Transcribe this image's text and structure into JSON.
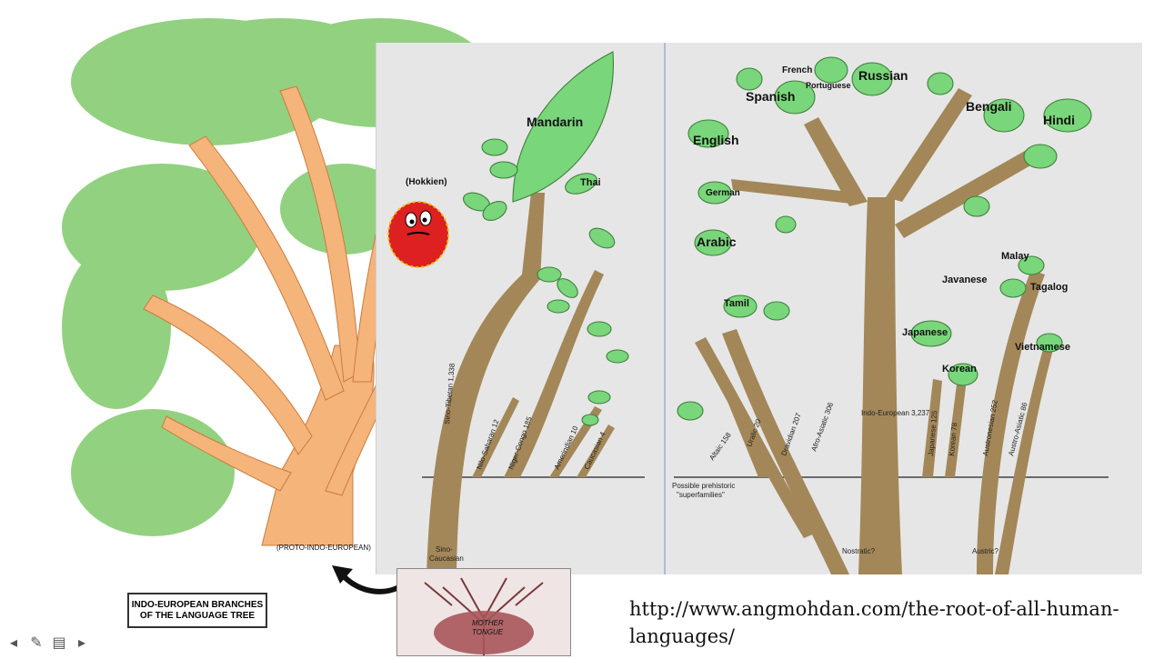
{
  "left_image": {
    "caption_line1": "INDO-EUROPEAN BRANCHES",
    "caption_line2": "OF THE LANGUAGE TREE",
    "root_label": "(PROTO-INDO-EUROPEAN)",
    "mother_line1": "MOTHER",
    "mother_line2": "TONGUE"
  },
  "right_image": {
    "hokkien_label": "(Hokkien)",
    "major_languages": [
      "Mandarin",
      "Thai",
      "English",
      "German",
      "Spanish",
      "French",
      "Portuguese",
      "Russian",
      "Bengali",
      "Hindi",
      "Arabic",
      "Tamil",
      "Japanese",
      "Korean",
      "Malay",
      "Javanese",
      "Tagalog",
      "Vietnamese"
    ],
    "branch_labels": [
      "Sino-Tibetan 1,338",
      "Nilo-Saharan 12",
      "Niger-Congo 185",
      "Amerindian 10",
      "Caucasian 4",
      "Indo-European 3,237",
      "Afro-Asiatic 306",
      "Dravidian 207",
      "Uralic 20",
      "Altaic 158",
      "Japanese 125",
      "Korean 78",
      "Austronesian 252",
      "Austro-Asiatic 86"
    ],
    "baseline_note_line1": "Possible prehistoric",
    "baseline_note_line2": "\"superfamilies\"",
    "sino_caucasian_line1": "Sino-",
    "sino_caucasian_line2": "Caucasian",
    "nostratic": "Nostratic?",
    "austric": "Austric?"
  },
  "url": "http://www.angmohdan.com/the-root-of-all-human-languages/",
  "nav": {
    "prev_icon": "arrow-left-icon",
    "pen_icon": "pen-icon",
    "menu_icon": "menu-icon",
    "next_icon": "arrow-right-icon"
  }
}
